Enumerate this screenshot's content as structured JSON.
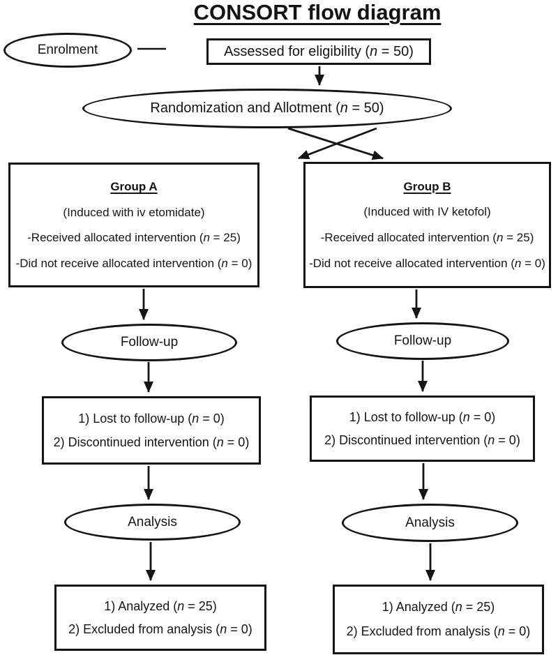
{
  "title": "CONSORT flow diagram",
  "colors": {
    "ink": "#141414",
    "background": "#ffffff"
  },
  "enrolment": {
    "label": "Enrolment"
  },
  "assessed": {
    "pre": "Assessed for eligibility (",
    "var": "n",
    "post": " = 50)"
  },
  "randomization": {
    "pre": "Randomization and Allotment (",
    "var": "n",
    "post": " = 50)"
  },
  "group_a": {
    "title": "Group A",
    "subtitle": "(Induced with iv etomidate)",
    "received": {
      "pre": "-Received allocated intervention (",
      "var": "n",
      "post": " = 25)"
    },
    "not_received": {
      "pre": "-Did not receive allocated intervention (",
      "var": "n",
      "post": " = 0)"
    }
  },
  "group_b": {
    "title": "Group B",
    "subtitle": "(Induced with IV ketofol)",
    "received": {
      "pre": "-Received allocated intervention (",
      "var": "n",
      "post": " = 25)"
    },
    "not_received": {
      "pre": "-Did not receive allocated intervention (",
      "var": "n",
      "post": " = 0)"
    }
  },
  "left": {
    "followup": "Follow-up",
    "lost": {
      "pre": "1) Lost to follow-up (",
      "var": "n",
      "post": " = 0)"
    },
    "discontinued": {
      "pre": "2) Discontinued intervention (",
      "var": "n",
      "post": " = 0)"
    },
    "analysis": "Analysis",
    "analyzed": {
      "pre": "1) Analyzed (",
      "var": "n",
      "post": " = 25)"
    },
    "excluded": {
      "pre": "2) Excluded from analysis (",
      "var": "n",
      "post": " = 0)"
    }
  },
  "right": {
    "followup": "Follow-up",
    "lost": {
      "pre": "1) Lost to follow-up (",
      "var": "n",
      "post": " = 0)"
    },
    "discontinued": {
      "pre": "2) Discontinued intervention (",
      "var": "n",
      "post": " = 0)"
    },
    "analysis": "Analysis",
    "analyzed": {
      "pre": "1) Analyzed (",
      "var": "n",
      "post": " = 25)"
    },
    "excluded": {
      "pre": "2) Excluded from analysis (",
      "var": "n",
      "post": " = 0)"
    }
  }
}
